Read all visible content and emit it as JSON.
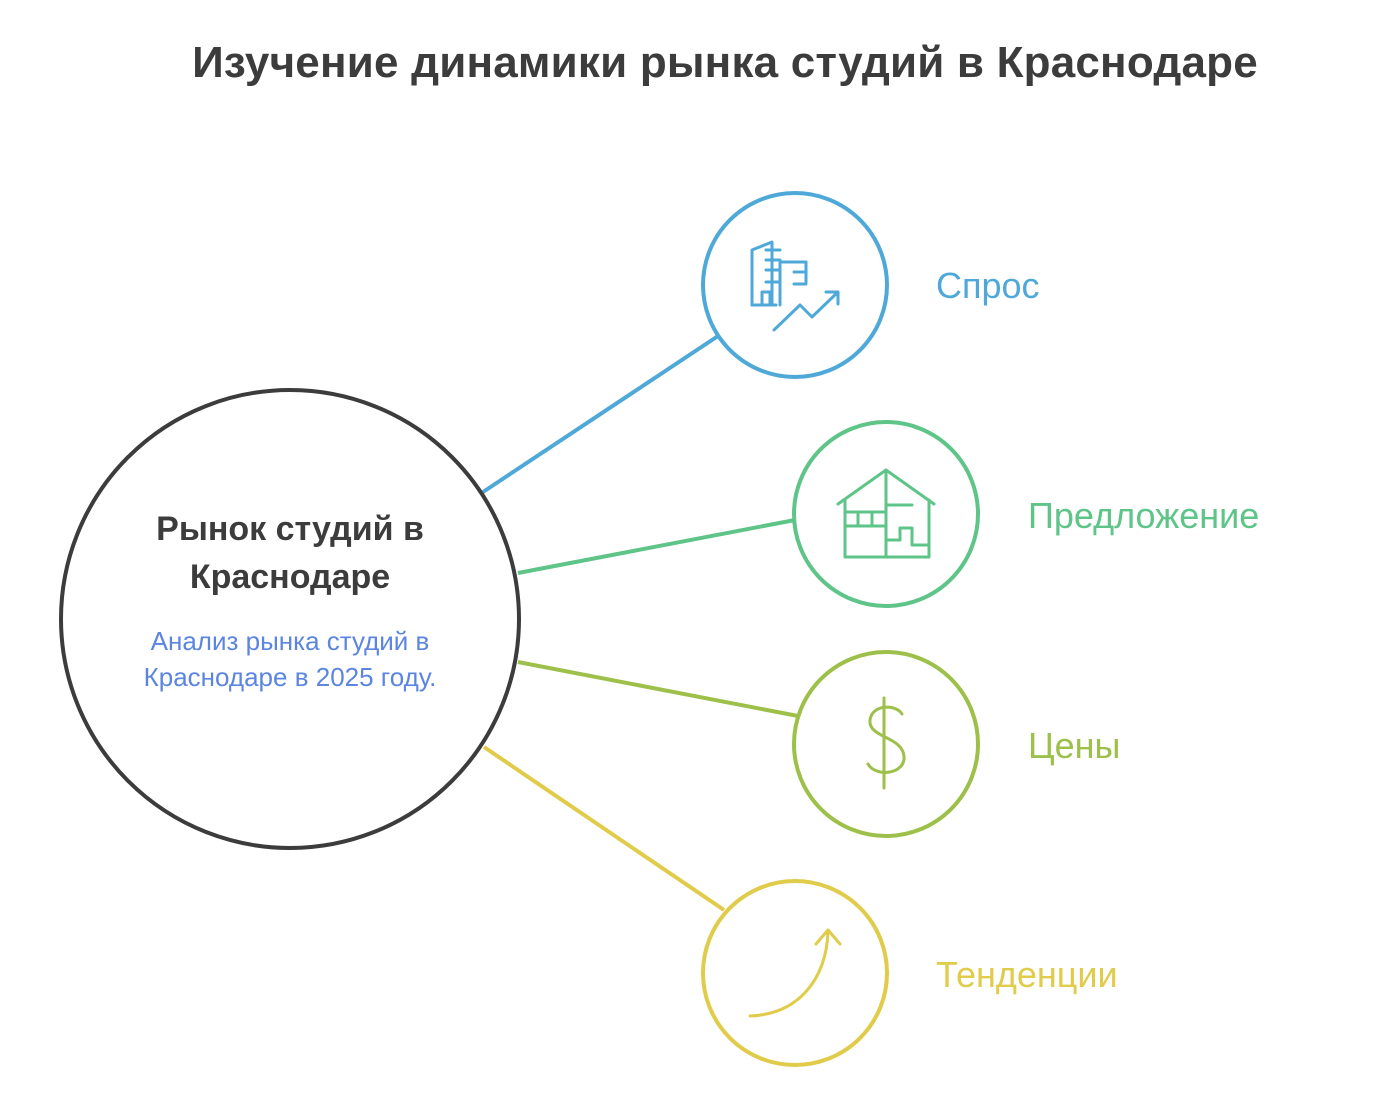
{
  "title": "Изучение динамики рынка студий в Краснодаре",
  "center": {
    "heading": "Рынок студий в Краснодаре",
    "description": "Анализ рынка студий в Краснодаре в 2025 году."
  },
  "nodes": [
    {
      "label": "Спрос",
      "icon": "buildings-growth-icon",
      "color": "#4fa9d8"
    },
    {
      "label": "Предложение",
      "icon": "house-floorplan-icon",
      "color": "#5ec488"
    },
    {
      "label": "Цены",
      "icon": "dollar-sign-icon",
      "color": "#9dc04a"
    },
    {
      "label": "Тенденции",
      "icon": "trend-up-arrow-icon",
      "color": "#e0cc4a"
    }
  ],
  "colors": {
    "center_border": "#3c3c3c",
    "title": "#3c3c3c",
    "description": "#5b85e0"
  }
}
